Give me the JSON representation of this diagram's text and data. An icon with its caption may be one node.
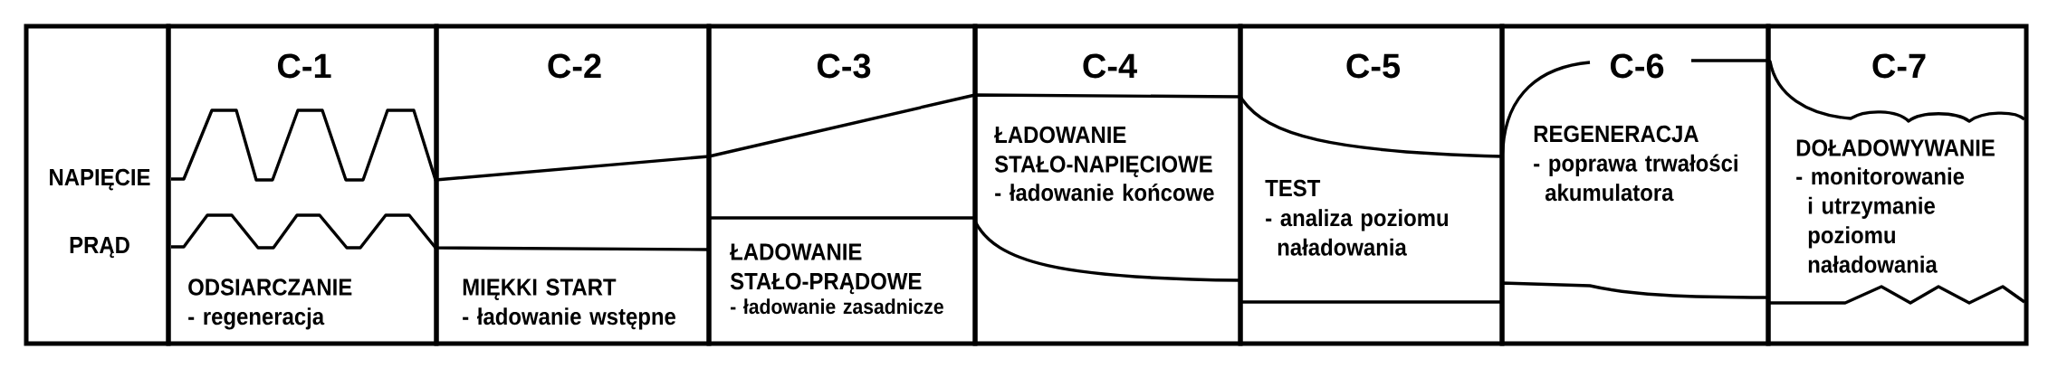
{
  "diagram": {
    "nodes": [
      {
        "text": [
          "NAPIĘCIE",
          "PRĄD"
        ]
      },
      {
        "text": [
          "C-1",
          "ODSIARCZANIE",
          "- regeneracja"
        ]
      },
      {
        "text": [
          "C-2",
          "MIĘKKI START",
          "- ładowanie wstępne"
        ]
      },
      {
        "text": [
          "C-3",
          "ŁADOWANIE STAŁO-PRĄDOWE",
          "- ładowanie zasadnicze"
        ]
      },
      {
        "text": [
          "C-4",
          "ŁADOWANIE STAŁO-NAPIĘCIOWE",
          "- ładowanie końcowe"
        ]
      },
      {
        "text": [
          "C-5",
          "TEST",
          "- analiza poziomu naładowania"
        ]
      },
      {
        "text": [
          "C-6",
          "REGENERACJA",
          "- poprawa trwałości akumulatora"
        ]
      },
      {
        "text": [
          "C-7",
          "DOŁADOWYWANIE",
          "- monitorowanie i utrzymanie poziomu naładowania"
        ]
      }
    ]
  }
}
